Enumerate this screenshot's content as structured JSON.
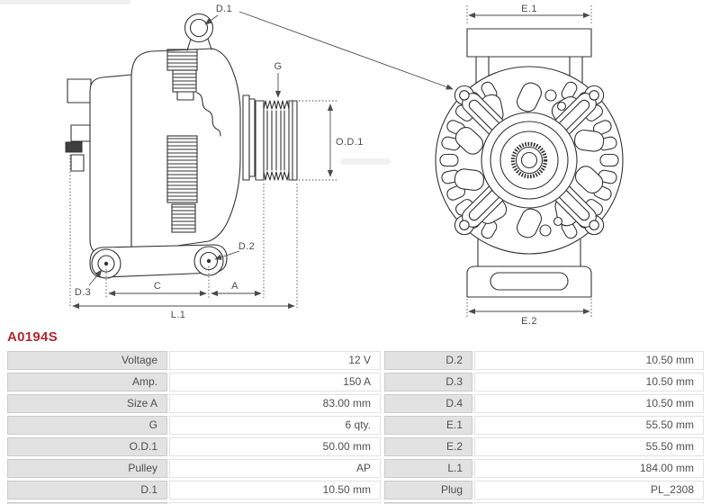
{
  "part_number": "A0194S",
  "diagram": {
    "labels": {
      "d1": "D.1",
      "g": "G",
      "od1": "O.D.1",
      "d2": "D.2",
      "d3": "D.3",
      "c": "C",
      "a": "A",
      "l1": "L.1",
      "e1": "E.1",
      "e2": "E.2"
    }
  },
  "specs": {
    "left": [
      {
        "label": "Voltage",
        "value": "12 V"
      },
      {
        "label": "Amp.",
        "value": "150 A"
      },
      {
        "label": "Size A",
        "value": "83.00 mm"
      },
      {
        "label": "G",
        "value": "6 qty."
      },
      {
        "label": "O.D.1",
        "value": "50.00 mm"
      },
      {
        "label": "Pulley",
        "value": "AP"
      },
      {
        "label": "D.1",
        "value": "10.50 mm"
      }
    ],
    "right": [
      {
        "label": "D.2",
        "value": "10.50 mm"
      },
      {
        "label": "D.3",
        "value": "10.50 mm"
      },
      {
        "label": "D.4",
        "value": "10.50 mm"
      },
      {
        "label": "E.1",
        "value": "55.50 mm"
      },
      {
        "label": "E.2",
        "value": "55.50 mm"
      },
      {
        "label": "L.1",
        "value": "184.00 mm"
      },
      {
        "label": "Plug",
        "value": "PL_2308"
      }
    ]
  },
  "colors": {
    "accent_red": "#b1282e",
    "line": "#333333",
    "dim_gray": "#4a4a4a",
    "label_cell_bg": "#e2e2e2",
    "label_cell_border": "#cbcbcb",
    "value_cell_border": "#e2e2e2"
  }
}
